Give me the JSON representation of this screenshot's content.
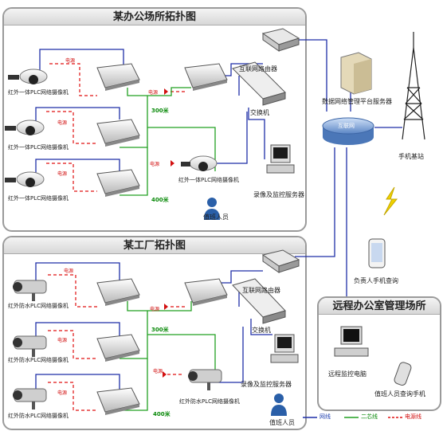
{
  "office": {
    "title": "某办公场所拓扑图",
    "cameras": [
      "红外一体PLC网络摄像机",
      "红外一体PLC网络摄像机",
      "红外一体PLC网络摄像机",
      "红外一体PLC网络摄像机"
    ],
    "power_labels": [
      "电源",
      "电源",
      "电源",
      "电源",
      "电源"
    ],
    "distances": [
      "300米",
      "400米"
    ],
    "router": "互联网路由器",
    "switch": "交换机",
    "server": "录像及监控服务器",
    "staff": "值班人员"
  },
  "factory": {
    "title": "某工厂拓扑图",
    "cameras": [
      "红外防水PLC网络摄像机",
      "红外防水PLC网络摄像机",
      "红外防水PLC网络摄像机",
      "红外防水PLC网络摄像机"
    ],
    "power_labels": [
      "电源",
      "电源",
      "电源",
      "电源",
      "电源"
    ],
    "distances": [
      "300米",
      "400米"
    ],
    "router": "互联网路由器",
    "switch": "交换机",
    "server": "录像及监控服务器",
    "staff": "值班人员"
  },
  "internet": {
    "label": "互联网",
    "platform_server": "数据网络管理平台服务器",
    "base_station": "手机基站",
    "phone_user": "负责人手机查询"
  },
  "remote": {
    "title": "远程办公室管理场所",
    "pc": "远程监控电脑",
    "mobile": "值班人员查询手机"
  },
  "legend": {
    "network": "网线",
    "twisted_pair": "二芯线",
    "power_line": "电源线"
  },
  "colors": {
    "network": "#1f2fa8",
    "twisted_pair": "#22a022",
    "power": "#e01010",
    "internet": "#6f9bd6"
  }
}
